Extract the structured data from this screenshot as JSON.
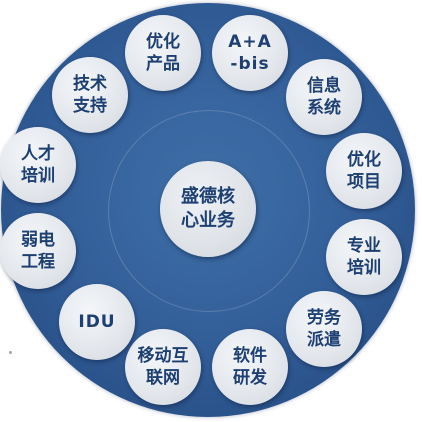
{
  "diagram": {
    "center_label": "盛德核\n心业务",
    "nodes": [
      {
        "label": "优化\n产品"
      },
      {
        "label": "A+A\n-bis"
      },
      {
        "label": "信息\n系统"
      },
      {
        "label": "优化\n项目"
      },
      {
        "label": "专业\n培训"
      },
      {
        "label": "劳务\n派遣"
      },
      {
        "label": "软件\n研发"
      },
      {
        "label": "移动互\n联网"
      },
      {
        "label": "IDU"
      },
      {
        "label": "弱电\n工程"
      },
      {
        "label": "人才\n培训"
      },
      {
        "label": "技术\n支持"
      }
    ],
    "colors": {
      "background_disc": "#34609a",
      "node_fill": "#e2e6eb",
      "text": "#1d3f72"
    }
  }
}
